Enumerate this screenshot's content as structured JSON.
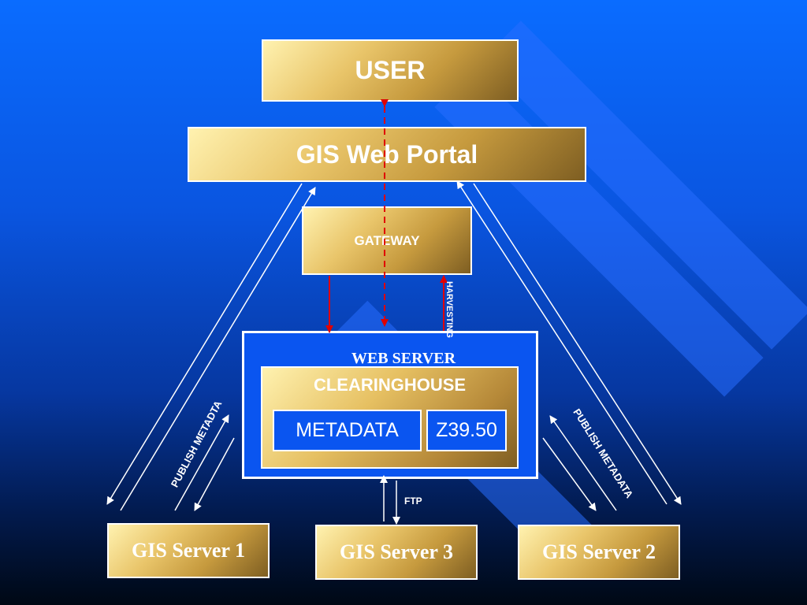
{
  "nodes": {
    "user": "USER",
    "portal": "GIS Web Portal",
    "gateway": "GATEWAY",
    "web_server": "WEB SERVER",
    "clearinghouse": "CLEARINGHOUSE",
    "metadata": "METADATA",
    "z3950": "Z39.50",
    "server1": "GIS Server 1",
    "server2": "GIS Server 2",
    "server3": "GIS Server 3"
  },
  "edge_labels": {
    "publish_left": "PUBLISH  METADTA",
    "publish_right": "PUBLISH METADATA",
    "harvesting": "HARVESTING",
    "ftp": "FTP"
  },
  "colors": {
    "background": "#0a55e0",
    "box_gold": "#c69a3e",
    "arrow_white": "#ffffff",
    "arrow_red": "#e00000"
  }
}
